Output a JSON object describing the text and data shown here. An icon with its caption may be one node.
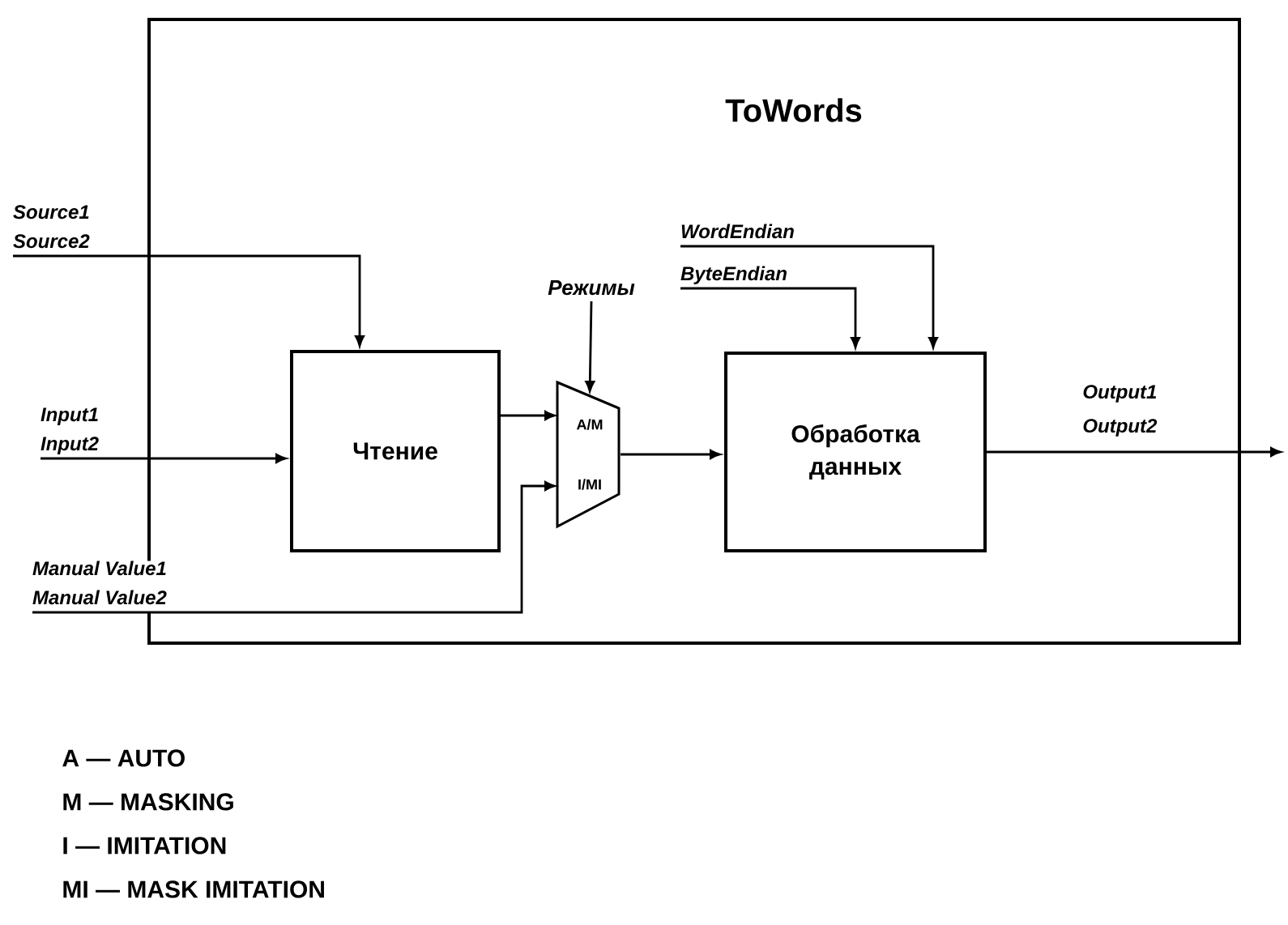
{
  "diagram": {
    "nodes": [
      {
        "text": [
          "ToWords"
        ]
      },
      {
        "text": [
          "Source1",
          "Source2"
        ]
      },
      {
        "text": [
          "Input1",
          "Input2"
        ]
      },
      {
        "text": [
          "Manual Value1",
          "Manual Value2"
        ]
      },
      {
        "text": [
          "Режимы"
        ],
        "in": 0
      },
      {
        "text": [
          "WordEndian"
        ],
        "in": 0
      },
      {
        "text": [
          "ByteEndian"
        ],
        "in": 0
      },
      {
        "text": [
          "Чтение"
        ],
        "in": 0
      },
      {
        "text": [
          "A/M",
          "I/MI"
        ],
        "in": 0
      },
      {
        "text": [
          "Обработка данных"
        ],
        "in": 0
      }
    ],
    "edges": [
      {
        "from": 1,
        "to": 7,
        "arrow": "to"
      },
      {
        "from": 2,
        "to": 7,
        "arrow": "to"
      },
      {
        "from": 7,
        "to": 8,
        "arrow": "to"
      },
      {
        "from": 3,
        "to": 8,
        "arrow": "to"
      },
      {
        "from": 4,
        "to": 8,
        "arrow": "to"
      },
      {
        "from": 8,
        "to": 9,
        "arrow": "to"
      },
      {
        "from": 6,
        "to": 9,
        "arrow": "to"
      },
      {
        "from": 5,
        "to": 9,
        "arrow": "to"
      },
      {
        "from": 9,
        "to": null,
        "arrow": "to"
      }
    ],
    "labels": [
      "Output1",
      "Output2",
      "A — AUTO",
      "M — MASKING",
      "I — IMITATION",
      "MI — MASK IMITATION"
    ]
  }
}
